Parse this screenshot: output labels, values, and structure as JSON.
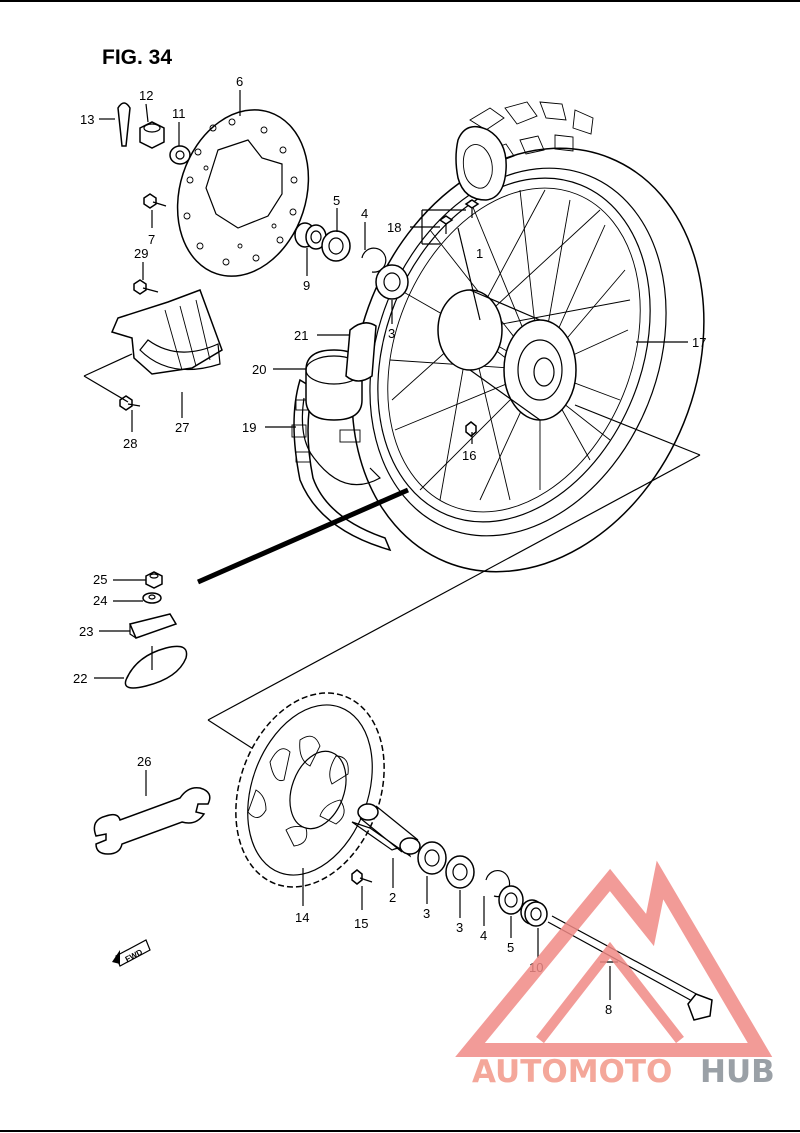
{
  "figure": {
    "title": "FIG. 34"
  },
  "fwd_badge": "FWD",
  "labels": {
    "p1": "1",
    "p2": "2",
    "p3a": "3",
    "p3b": "3",
    "p3c": "3",
    "p4a": "4",
    "p4b": "4",
    "p5a": "5",
    "p5b": "5",
    "p6": "6",
    "p7": "7",
    "p8": "8",
    "p9": "9",
    "p10": "10",
    "p11": "11",
    "p12": "12",
    "p13": "13",
    "p14": "14",
    "p15": "15",
    "p16": "16",
    "p17": "17",
    "p18": "18",
    "p19": "19",
    "p20": "20",
    "p21": "21",
    "p22": "22",
    "p23": "23",
    "p24": "24",
    "p25": "25",
    "p26": "26",
    "p27": "27",
    "p28": "28",
    "p29": "29"
  },
  "watermark": {
    "part1": "AUTOMOTO",
    "part2": "HUB",
    "color1": "#f4a79a",
    "color2": "#9aa0a6",
    "logo_color": "#f08a86"
  }
}
